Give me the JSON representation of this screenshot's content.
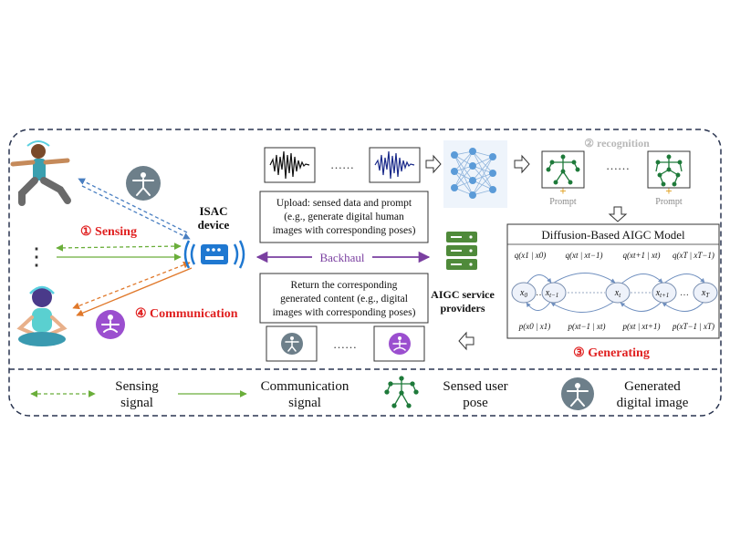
{
  "labels": {
    "isac_device_line1": "ISAC",
    "isac_device_line2": "device",
    "sensing_step": "① Sensing",
    "communication_step": "④ Communication",
    "recognition_step": "② recognition",
    "generating_step": "③ Generating",
    "backhaul": "Backhaul",
    "aigc_providers_line1": "AIGC service",
    "aigc_providers_line2": "providers",
    "ellipsis": "……",
    "vertical_ellipsis": "⋮"
  },
  "upload_box": {
    "line1": "Upload: sensed data and prompt",
    "line2": "(e.g., generate digital human",
    "line3": "images with corresponding poses)"
  },
  "return_box": {
    "line1": "Return the corresponding",
    "line2": "generated content (e.g., digital",
    "line3": "images with corresponding poses)"
  },
  "prompt_labels": [
    "Prompt",
    "Prompt"
  ],
  "diffusion_model": {
    "title": "Diffusion-Based AIGC Model",
    "q_labels": [
      "q(x1 | x0)",
      "q(xt | xt−1)",
      "q(xt+1 | xt)",
      "q(xT | xT−1)"
    ],
    "p_labels": [
      "p(x0 | x1)",
      "p(xt−1 | xt)",
      "p(xt | xt+1)",
      "p(xT−1 | xT)"
    ],
    "nodes": [
      {
        "base": "x",
        "sub": "0"
      },
      {
        "base": "x",
        "sub": "t−1"
      },
      {
        "base": "x",
        "sub": "t"
      },
      {
        "base": "x",
        "sub": "t+1"
      },
      {
        "base": "x",
        "sub": "T"
      }
    ],
    "node_ellipsis": "…"
  },
  "legend": {
    "sensing_signal_line1": "Sensing",
    "sensing_signal_line2": "signal",
    "communication_signal_line1": "Communication",
    "communication_signal_line2": "signal",
    "sensed_pose_line1": "Sensed user",
    "sensed_pose_line2": "pose",
    "generated_image_line1": "Generated",
    "generated_image_line2": "digital image"
  },
  "colors": {
    "sensing_red": "#e02020",
    "sensing_signal_green": "#6aae3a",
    "blue_signal": "#4a7fc1",
    "orange_signal": "#e0782a",
    "backhaul_purple": "#7a3fa0",
    "device_blue": "#1f78d1",
    "server_green": "#4f8a3a",
    "pose_green": "#1e7a3a",
    "icon_gray": "#6d7f8a",
    "purple_icon": "#9b4fcf"
  }
}
